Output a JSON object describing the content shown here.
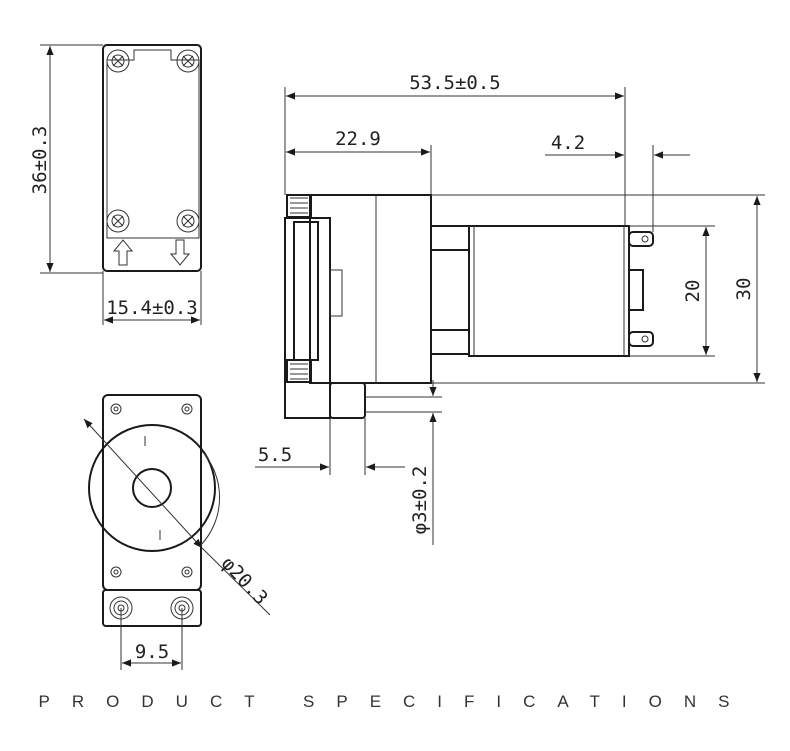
{
  "dimensions": {
    "side_height": "36±0.3",
    "side_width": "15.4±0.3",
    "total_length": "53.5±0.5",
    "body_length": "22.9",
    "terminal_length": "4.2",
    "motor_diameter": "20",
    "total_height": "30",
    "nozzle_offset": "5.5",
    "nozzle_diameter": "φ3±0.2",
    "port_circle": "φ20.3",
    "port_spacing": "9.5"
  },
  "footer": {
    "label": "PRODUCT SPECIFICATIONS"
  },
  "colors": {
    "line": "#1a1a1a",
    "background": "#ffffff"
  }
}
